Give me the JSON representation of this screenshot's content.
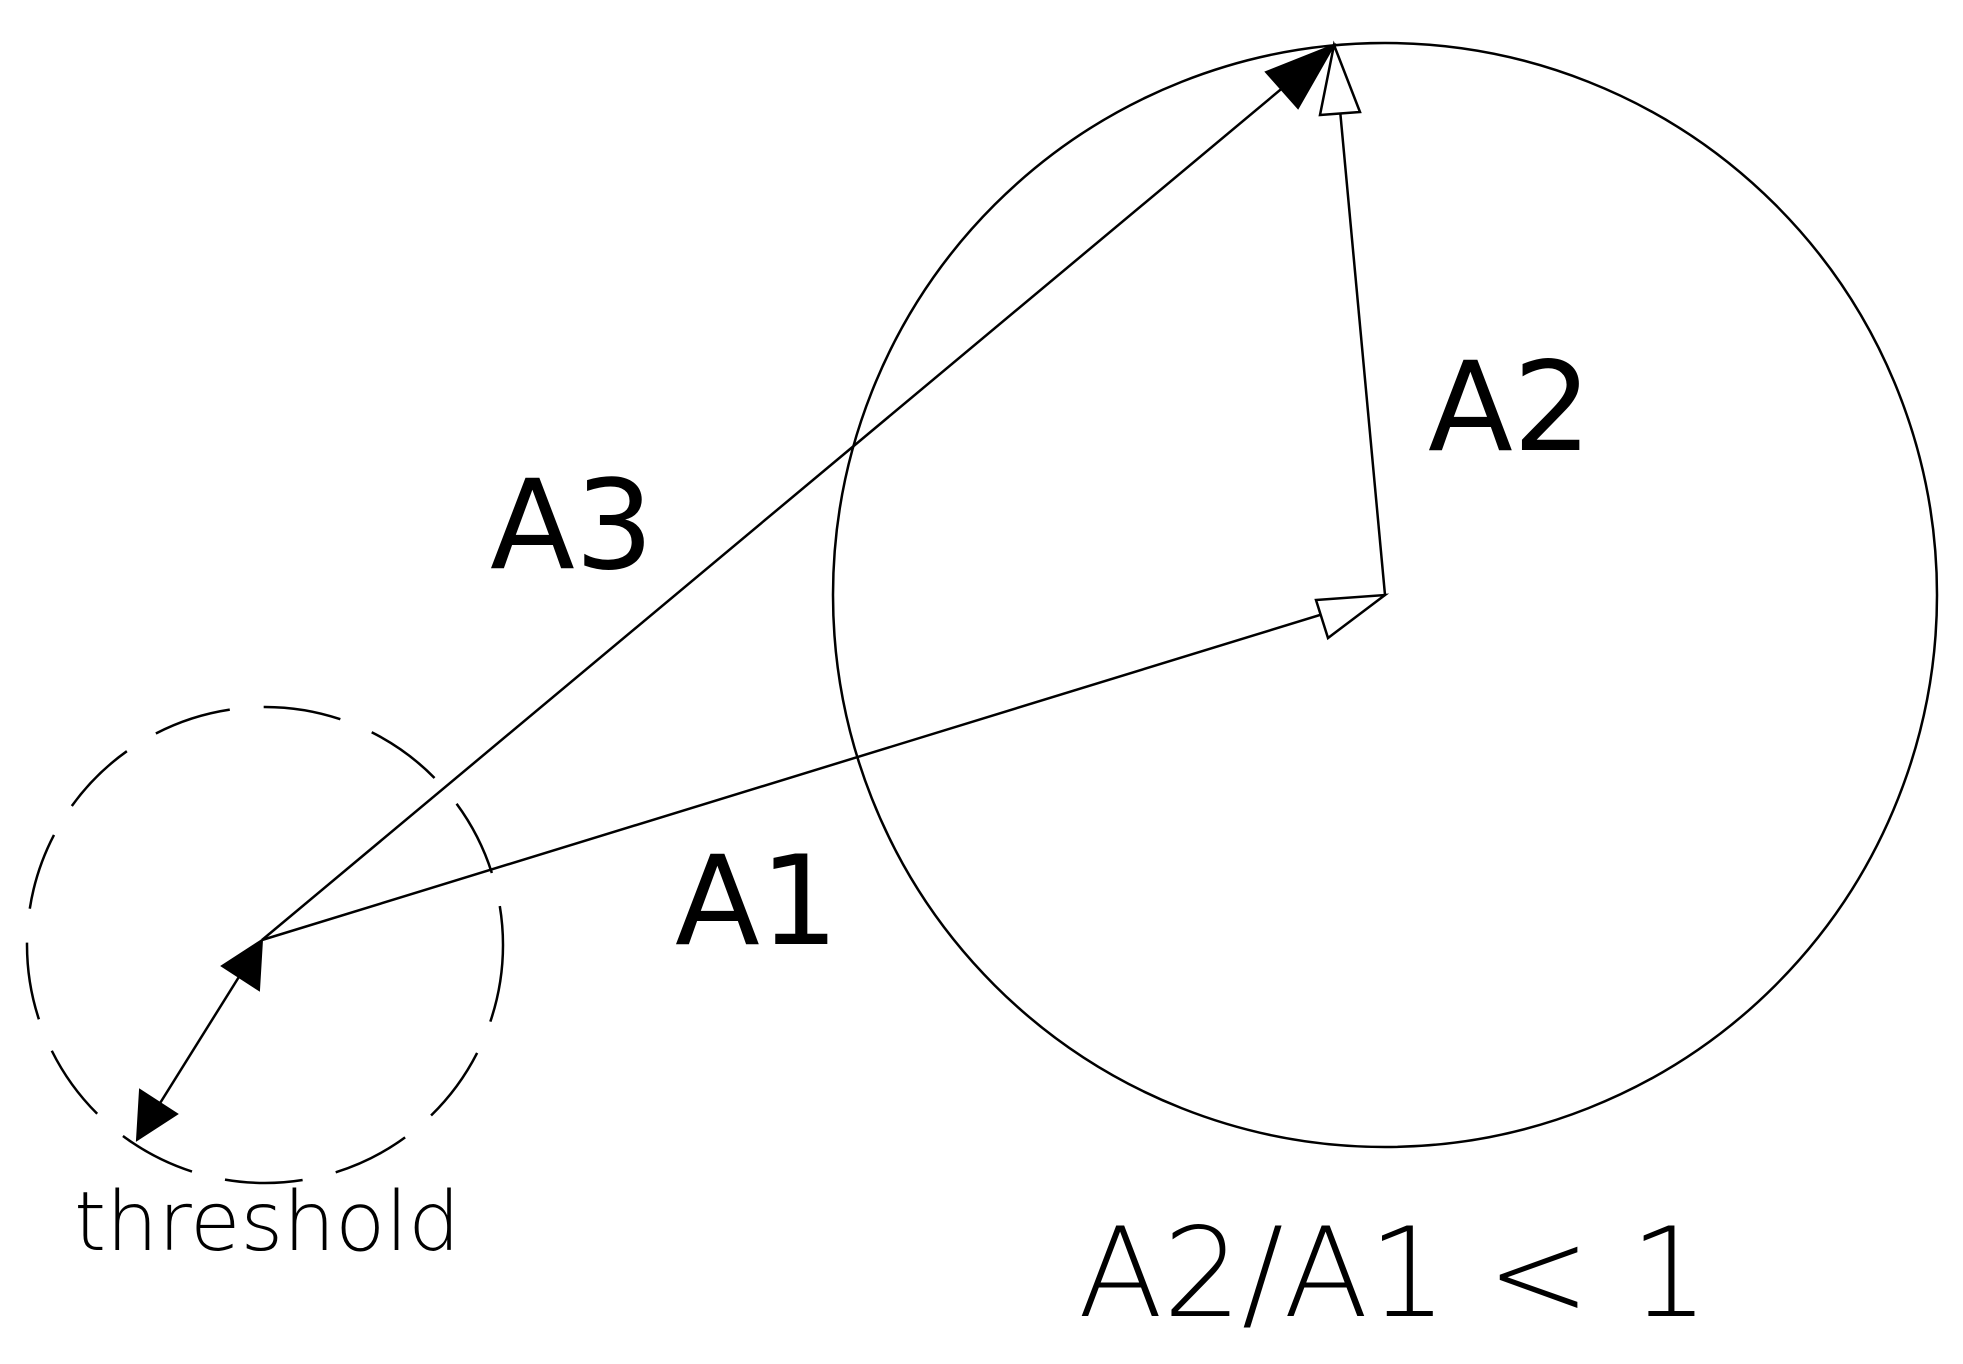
{
  "labels": {
    "a1": "A1",
    "a2": "A2",
    "a3": "A3",
    "threshold": "threshold",
    "condition": "A2/A1 < 1"
  },
  "colors": {
    "stroke": "#000000",
    "background": "#ffffff"
  }
}
